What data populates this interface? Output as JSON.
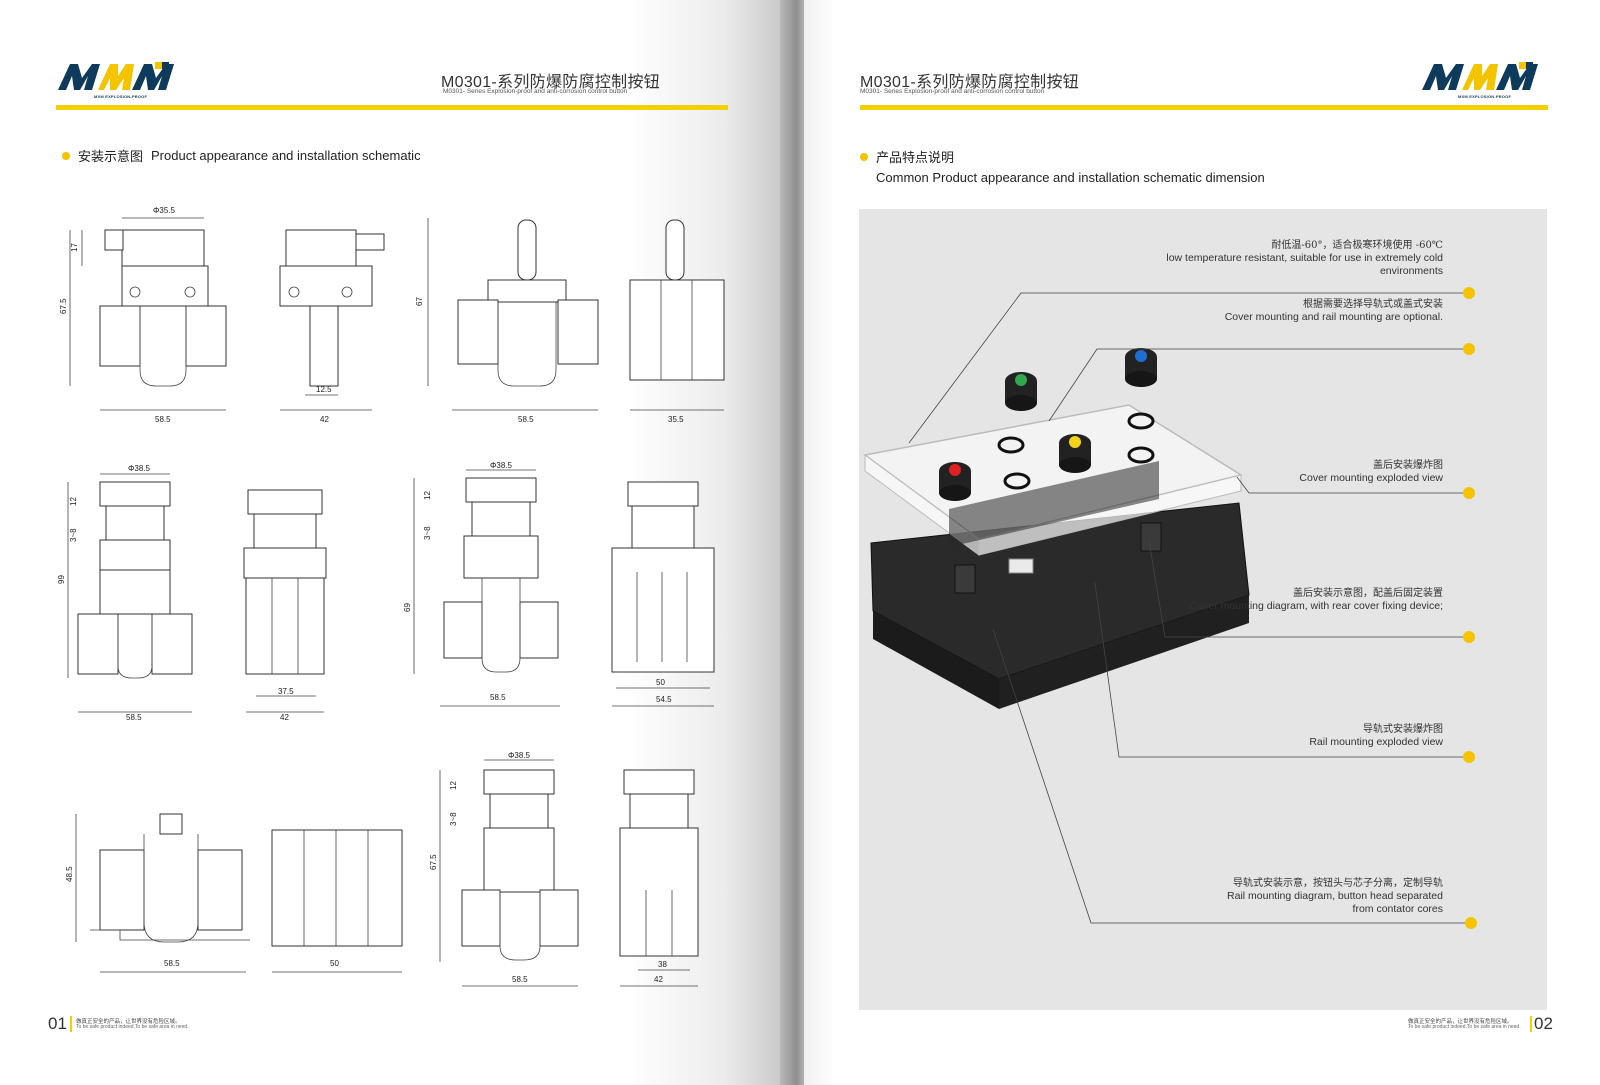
{
  "brand": {
    "logo_text": "MXM",
    "logo_ex": "EX",
    "logo_tagline": "MXM EXPLOSION-PROOF"
  },
  "header": {
    "title_code": "M0301-",
    "title_cn": "系列防爆防腐控制按钮",
    "subtitle": "M0301- Series Explosion-proof and anti-corrosion control button"
  },
  "left_page": {
    "section_cn": "安装示意图",
    "section_en": "Product appearance and installation schematic",
    "page_number": "01",
    "dimensions": {
      "row1": [
        "Φ35.5",
        "17",
        "67.5",
        "58.5",
        "12.5",
        "42",
        "67",
        "58.5",
        "35.5"
      ],
      "row2": [
        "Φ38.5",
        "12",
        "3~8",
        "99",
        "58.5",
        "37.5",
        "42",
        "Φ38.5",
        "12",
        "3~8",
        "69",
        "58.5",
        "50",
        "54.5"
      ],
      "row3": [
        "48.5",
        "58.5",
        "50",
        "Φ38.5",
        "12",
        "3~8",
        "67.5",
        "58.5",
        "38",
        "42"
      ]
    }
  },
  "right_page": {
    "section_cn": "产品特点说明",
    "section_en": "Common Product appearance and installation schematic dimension",
    "page_number": "02",
    "annotations": [
      {
        "cn": "耐低温-60°，适合极寒环境使用 -60℃",
        "en": "low temperature resistant, suitable for use in extremely cold environments"
      },
      {
        "cn": "根据需要选择导轨式或盖式安装",
        "en": "Cover mounting and rail mounting are optional."
      },
      {
        "cn": "盖后安装爆炸图",
        "en": "Cover mounting exploded view"
      },
      {
        "cn": "盖后安装示意图，配盖后固定装置",
        "en": "Cover mounting diagram, with rear cover fixing device;"
      },
      {
        "cn": "导轨式安装爆炸图",
        "en": "Rail mounting exploded view"
      },
      {
        "cn": "导轨式安装示意，按钮头与芯子分离，定制导轨",
        "en": "Rail mounting diagram, button head separated from contator cores"
      }
    ],
    "button_colors": {
      "red": "#e02020",
      "green": "#2fa84f",
      "yellow": "#f2d21b",
      "blue": "#1f6fd1"
    }
  },
  "footer": {
    "slogan_cn": "做真正安全的产品，让世界没有危险区域。",
    "slogan_en": "To be safe product indeed,To be safe area in need."
  },
  "colors": {
    "accent_yellow": "#f4d000",
    "brand_navy": "#0e3a5c"
  }
}
